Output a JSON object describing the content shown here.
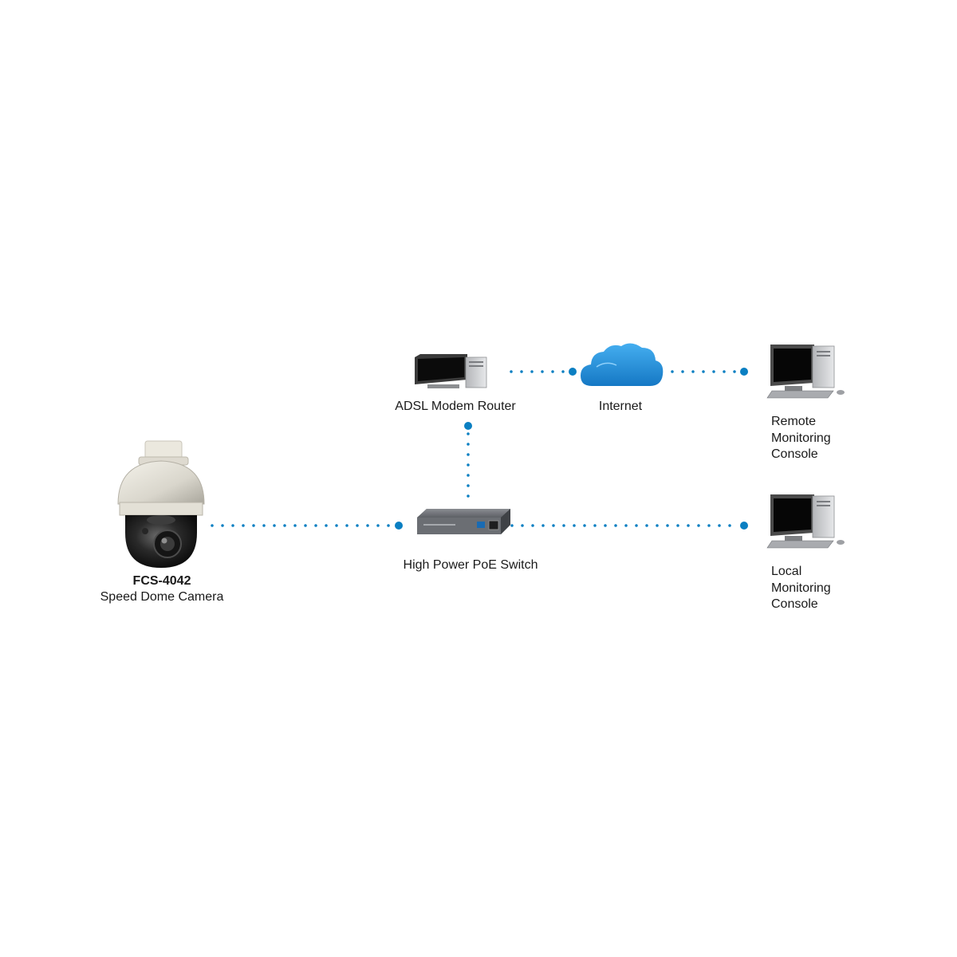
{
  "camera": {
    "model": "FCS-4042",
    "name": "Speed Dome Camera"
  },
  "router": {
    "label": "ADSL Modem Router"
  },
  "internet": {
    "label": "Internet"
  },
  "switch": {
    "label": "High Power PoE Switch"
  },
  "remote_console": {
    "line1": "Remote",
    "line2": "Monitoring",
    "line3": "Console"
  },
  "local_console": {
    "line1": "Local",
    "line2": "Monitoring",
    "line3": "Console"
  },
  "colors": {
    "connector": "#0a7fc2",
    "cloud": "#1e8fd6",
    "background": "#ffffff"
  }
}
